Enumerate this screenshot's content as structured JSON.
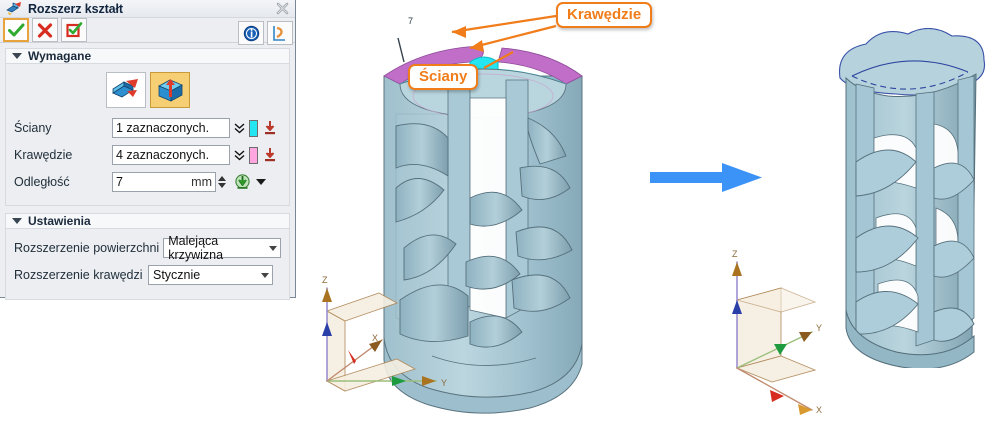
{
  "dialog": {
    "title": "Rozszerz kształt",
    "title_icon": "extend-shape-icon",
    "close_label": "✖",
    "toolbar": {
      "ok_label": "✔",
      "cancel_label": "✖",
      "apply_label": "☑",
      "info_label": "i",
      "help_label": "↵"
    },
    "groups": [
      {
        "id": "wymagane",
        "title": "Wymagane",
        "expanded": true,
        "mode_buttons": [
          {
            "name": "extend-to-face-icon",
            "selected": false
          },
          {
            "name": "extend-box-icon",
            "selected": true
          }
        ],
        "fields": [
          {
            "label": "Ściany",
            "value": "1 zaznaczonych.",
            "swatch": "#23e6f2",
            "picker": "select-faces-icon"
          },
          {
            "label": "Krawędzie",
            "value": "4 zaznaczonych.",
            "swatch": "#ffa6e0",
            "picker": "select-edges-icon"
          }
        ],
        "distance": {
          "label": "Odległość",
          "value": "7",
          "unit": "mm",
          "picker": "measure-icon"
        }
      },
      {
        "id": "ustawienia",
        "title": "Ustawienia",
        "expanded": true,
        "selects": [
          {
            "label": "Rozszerzenie powierzchni",
            "value": "Malejąca krzywizna"
          },
          {
            "label": "Rozszerzenie krawędzi",
            "value": "Stycznie"
          }
        ]
      }
    ]
  },
  "viewport": {
    "callouts": [
      {
        "id": "krawedzie",
        "text": "Krawędzie"
      },
      {
        "id": "sciany",
        "text": "Ściany"
      }
    ],
    "dimension_label": "7",
    "left_triad": {
      "x": "X",
      "y": "Y",
      "z": "Z"
    },
    "right_triad": {
      "x": "X",
      "y": "Y",
      "z": "Z"
    },
    "transform_arrow": "result-arrow-icon"
  },
  "colors": {
    "accent_orange": "#f07d1a",
    "model_fill": "#a8c6d3",
    "face_highlight": "#23e6f2",
    "edge_highlight": "#c06ec8",
    "arrow_blue": "#3b93f7"
  }
}
